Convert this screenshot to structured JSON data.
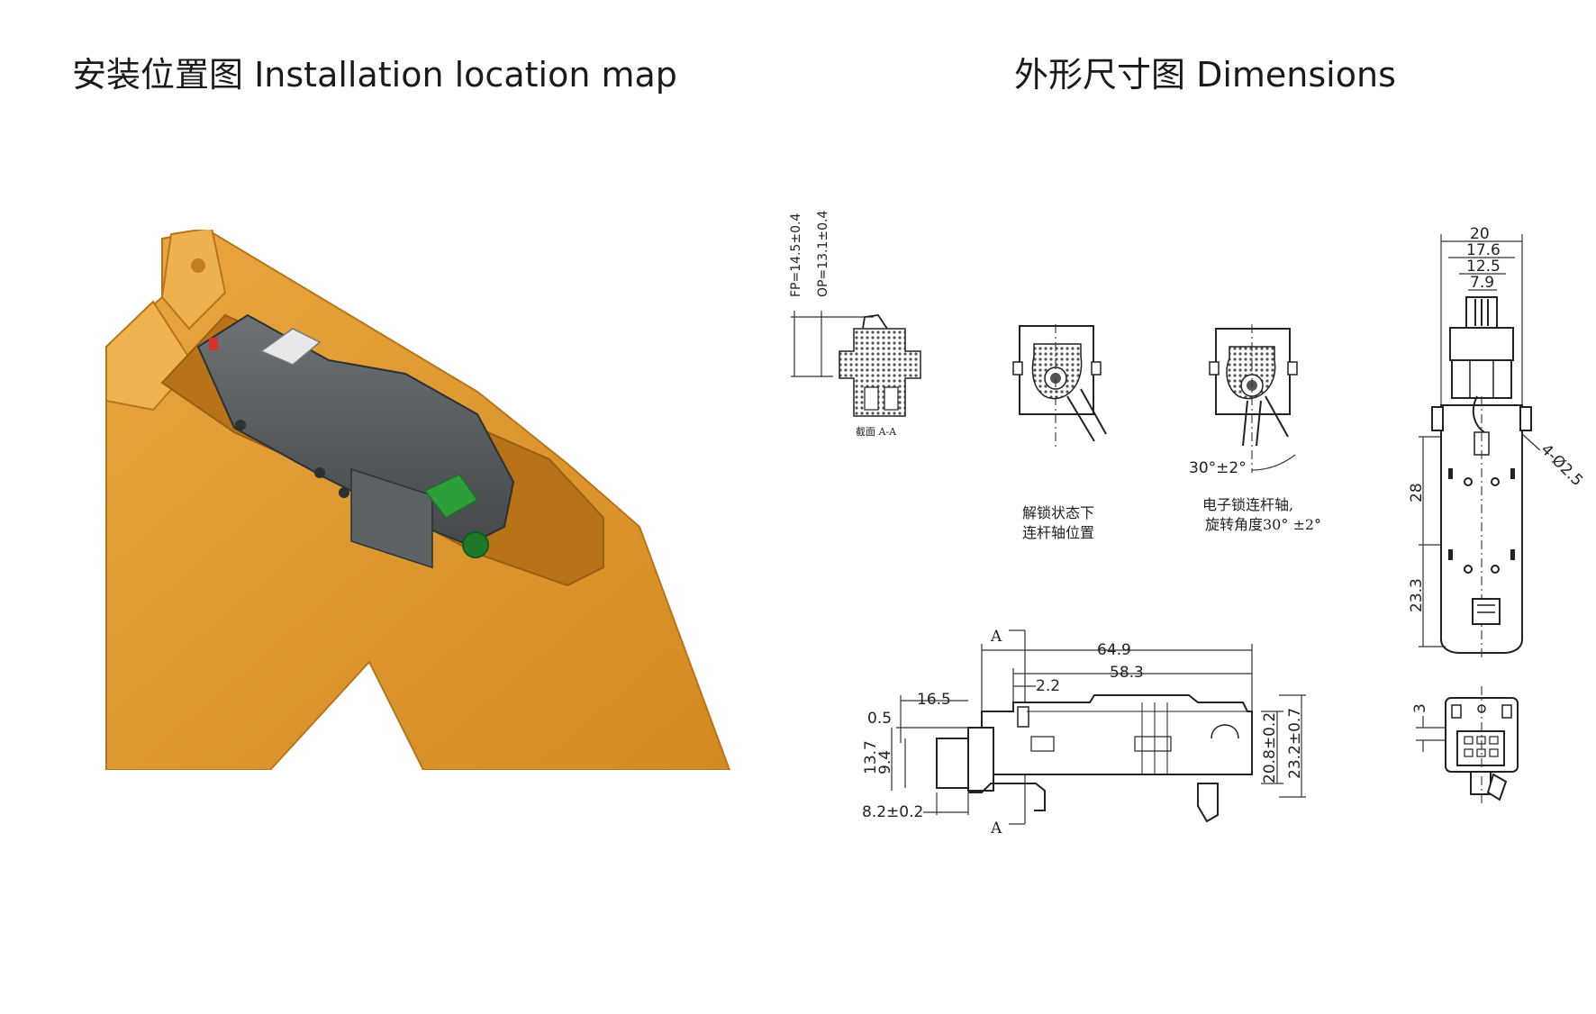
{
  "titles": {
    "installation": "安装位置图    Installation location map",
    "dimensions": "外形尺寸图 Dimensions"
  },
  "colors": {
    "housing": "#E09A2E",
    "housing_dark": "#C07A1E",
    "lock_body": "#5A5F61",
    "connector": "#2E9E3A"
  },
  "section_view": {
    "fp_label": "FP=14.5±0.4",
    "op_label": "OP=13.1±0.4",
    "caption": "截面 A-A"
  },
  "unlock_view": {
    "caption_line1": "解锁状态下",
    "caption_line2": "连杆轴位置"
  },
  "rotated_view": {
    "angle_label": "30°±2°",
    "caption_line1": "电子锁连杆轴,",
    "caption_line2": "旋转角度30° ±2°"
  },
  "side_view": {
    "section_mark_top": "A",
    "section_mark_bottom": "A",
    "dims": {
      "overall_length": "64.9",
      "body_length": "58.3",
      "offset": "2.2",
      "plug_length": "16.5",
      "gap": "0.5",
      "height_outer": "13.7",
      "height_inner": "9.4",
      "plug_depth": "8.2±0.2",
      "body_height": "20.8±0.2",
      "total_height": "23.2±0.7"
    }
  },
  "top_view": {
    "dims": {
      "width_outer": "20",
      "width_2": "17.6",
      "width_3": "12.5",
      "width_4": "7.9",
      "hole_spacing": "28",
      "hole_offset": "23.3",
      "holes": "4-Ø2.5"
    }
  },
  "end_view": {
    "dims": {
      "offset": "3"
    }
  }
}
